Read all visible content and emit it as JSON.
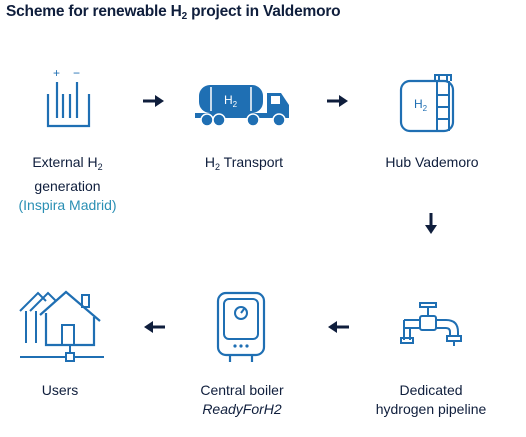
{
  "title": {
    "part1": "Scheme for renewable H",
    "subscript": "2",
    "part2": " project in Valdemoro"
  },
  "colors": {
    "icon_blue": "#1f6fb3",
    "arrow_navy": "#0f1e3c",
    "text_navy": "#0f1e3c",
    "accent_teal": "#2a8fb4"
  },
  "steps": {
    "generation": {
      "line1_pre": "External H",
      "line1_sub": "2",
      "line2": "generation",
      "line3": "(Inspira Madrid)",
      "icon": "electrolysis-icon",
      "icon_text_plus": "+",
      "icon_text_minus": "−"
    },
    "transport": {
      "pre": "H",
      "sub": "2",
      "post": " Transport",
      "icon": "tanker-truck-icon",
      "icon_text": "H",
      "icon_text_sub": "2"
    },
    "hub": {
      "label": "Hub Vademoro",
      "icon": "storage-tank-icon",
      "icon_text": "H",
      "icon_text_sub": "2"
    },
    "pipeline": {
      "line1": "Dedicated",
      "line2": "hydrogen pipeline",
      "icon": "pipe-valve-icon"
    },
    "boiler": {
      "line1": "Central boiler",
      "line2": "ReadyForH2",
      "icon": "boiler-icon"
    },
    "users": {
      "label": "Users",
      "icon": "houses-icon"
    }
  }
}
